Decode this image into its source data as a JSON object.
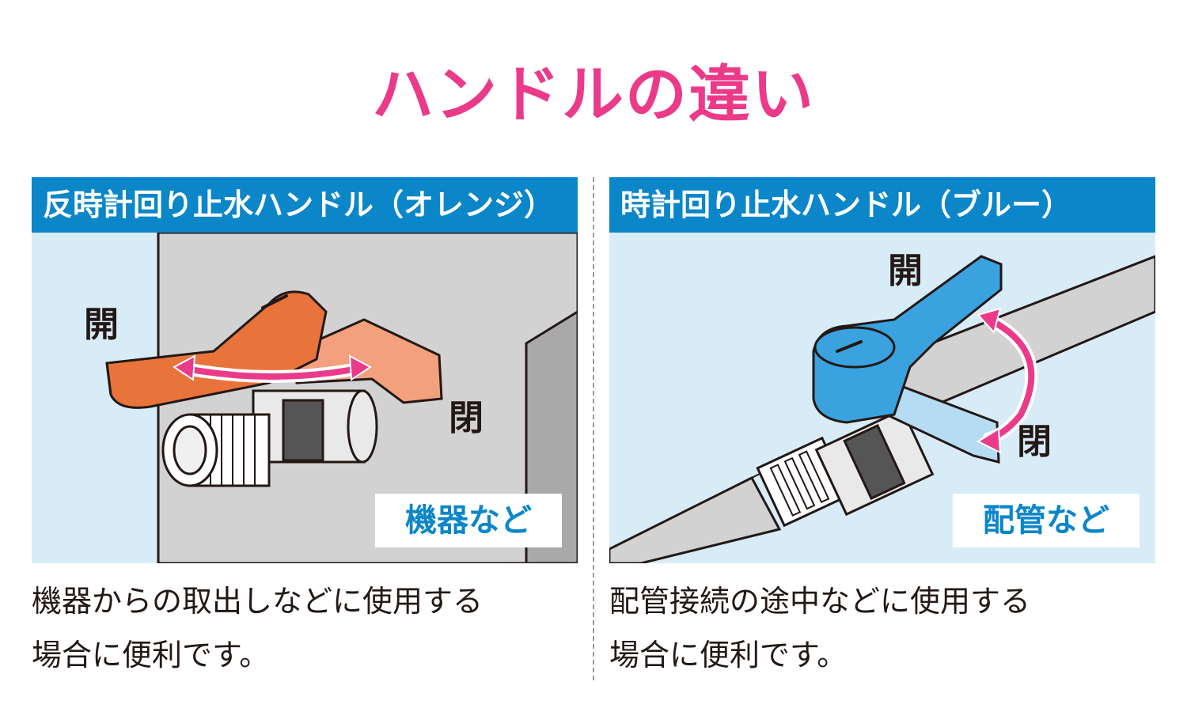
{
  "title": "ハンドルの違い",
  "colors": {
    "title": "#ec3a8a",
    "header_bg": "#0b86c8",
    "panel_bg": "#d8ecf8",
    "orange_handle": "#e8743b",
    "blue_handle": "#3aa2de",
    "arrow": "#ec3a8a"
  },
  "left_panel": {
    "header": "反時計回り止水ハンドル（オレンジ）",
    "label_open_top": "開",
    "label_closed": "閉",
    "badge": "機器など",
    "description_lines": [
      "機器からの取出しなどに使用する",
      "場合に便利です。"
    ]
  },
  "right_panel": {
    "header": "時計回り止水ハンドル（ブルー）",
    "label_open_top": "開",
    "label_closed": "閉",
    "badge": "配管など",
    "description_lines": [
      "配管接続の途中などに使用する",
      "場合に便利です。"
    ]
  }
}
